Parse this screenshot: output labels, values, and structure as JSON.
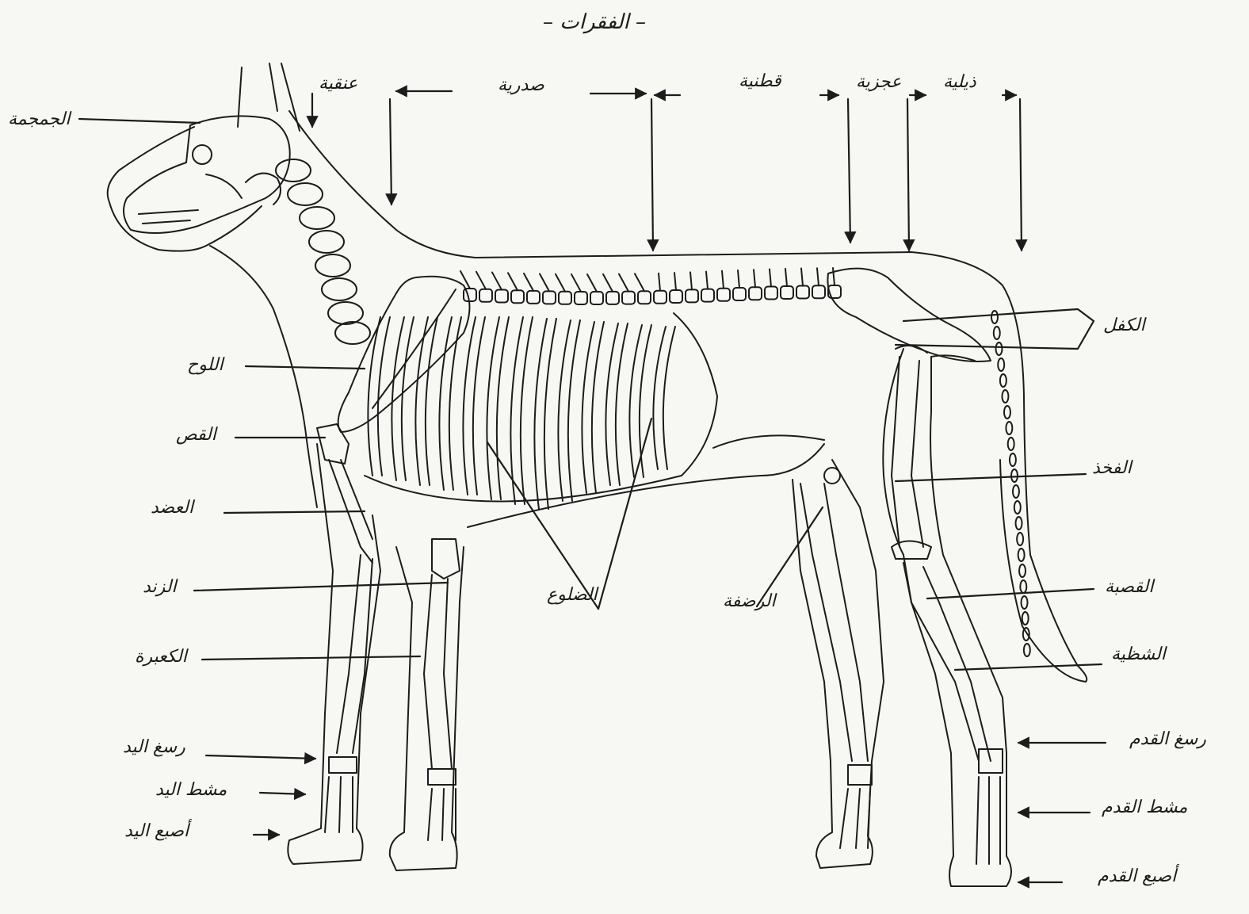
{
  "title": "– الفقرات –",
  "vertebrae": {
    "cervical": "عنقية",
    "thoracic": "صدرية",
    "lumbar": "قطنية",
    "sacral": "عجزية",
    "caudal": "ذيلية"
  },
  "left_labels": {
    "skull": "الجمجمة",
    "scapula": "اللوح",
    "sternum": "القص",
    "humerus": "العضد",
    "radius": "الزند",
    "ulna": "الكعبرة",
    "carpus": "رسغ اليد",
    "metacarpus": "مشط اليد",
    "fingers": "أصبع اليد"
  },
  "center_labels": {
    "ribs": "الضلوع",
    "patella": "الرضفة"
  },
  "right_labels": {
    "pelvis": "الكفل",
    "femur": "الفخذ",
    "tibia": "القصبة",
    "fibula": "الشظية",
    "tarsus": "رسغ القدم",
    "metatarsus": "مشط القدم",
    "toes": "أصبع القدم"
  }
}
